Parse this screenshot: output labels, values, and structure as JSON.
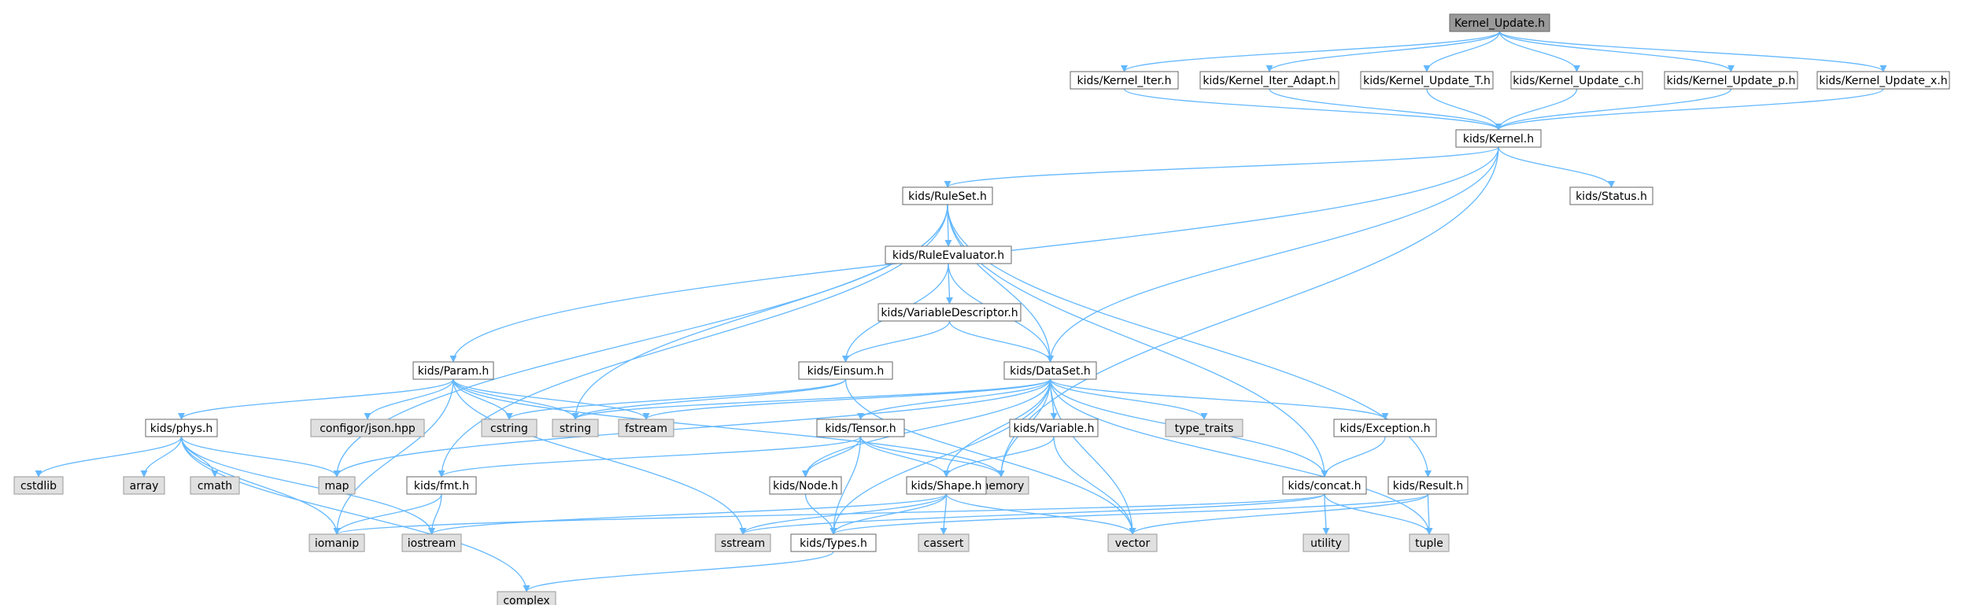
{
  "colors": {
    "edge": "#63b8ff",
    "root_fill": "#999999",
    "root_stroke": "#666666",
    "file_fill": "#ffffff",
    "file_stroke": "#666666",
    "system_fill": "#e0e0e0",
    "system_stroke": "#999999",
    "text": "#000000"
  },
  "nodes": [
    {
      "id": "kernel_update",
      "label": "Kernel_Update.h",
      "kind": "root"
    },
    {
      "id": "kernel_iter",
      "label": "kids/Kernel_Iter.h",
      "kind": "file"
    },
    {
      "id": "kernel_iter_adapt",
      "label": "kids/Kernel_Iter_Adapt.h",
      "kind": "file"
    },
    {
      "id": "kernel_update_t",
      "label": "kids/Kernel_Update_T.h",
      "kind": "file"
    },
    {
      "id": "kernel_update_c",
      "label": "kids/Kernel_Update_c.h",
      "kind": "file"
    },
    {
      "id": "kernel_update_p",
      "label": "kids/Kernel_Update_p.h",
      "kind": "file"
    },
    {
      "id": "kernel_update_x",
      "label": "kids/Kernel_Update_x.h",
      "kind": "file"
    },
    {
      "id": "kernel",
      "label": "kids/Kernel.h",
      "kind": "file"
    },
    {
      "id": "ruleset",
      "label": "kids/RuleSet.h",
      "kind": "file"
    },
    {
      "id": "status",
      "label": "kids/Status.h",
      "kind": "file"
    },
    {
      "id": "ruleevaluator",
      "label": "kids/RuleEvaluator.h",
      "kind": "file"
    },
    {
      "id": "variabledescriptor",
      "label": "kids/VariableDescriptor.h",
      "kind": "file"
    },
    {
      "id": "param",
      "label": "kids/Param.h",
      "kind": "file"
    },
    {
      "id": "einsum",
      "label": "kids/Einsum.h",
      "kind": "file"
    },
    {
      "id": "dataset",
      "label": "kids/DataSet.h",
      "kind": "file"
    },
    {
      "id": "phys",
      "label": "kids/phys.h",
      "kind": "file"
    },
    {
      "id": "configor",
      "label": "configor/json.hpp",
      "kind": "system"
    },
    {
      "id": "cstring",
      "label": "cstring",
      "kind": "system"
    },
    {
      "id": "string",
      "label": "string",
      "kind": "system"
    },
    {
      "id": "fstream",
      "label": "fstream",
      "kind": "system"
    },
    {
      "id": "tensor",
      "label": "kids/Tensor.h",
      "kind": "file"
    },
    {
      "id": "variable",
      "label": "kids/Variable.h",
      "kind": "file"
    },
    {
      "id": "type_traits",
      "label": "type_traits",
      "kind": "system"
    },
    {
      "id": "exception",
      "label": "kids/Exception.h",
      "kind": "file"
    },
    {
      "id": "cstdlib",
      "label": "cstdlib",
      "kind": "system"
    },
    {
      "id": "array",
      "label": "array",
      "kind": "system"
    },
    {
      "id": "cmath",
      "label": "cmath",
      "kind": "system"
    },
    {
      "id": "map",
      "label": "map",
      "kind": "system"
    },
    {
      "id": "fmt",
      "label": "kids/fmt.h",
      "kind": "file"
    },
    {
      "id": "node",
      "label": "kids/Node.h",
      "kind": "file"
    },
    {
      "id": "memory",
      "label": "memory",
      "kind": "system"
    },
    {
      "id": "shape",
      "label": "kids/Shape.h",
      "kind": "file"
    },
    {
      "id": "concat",
      "label": "kids/concat.h",
      "kind": "file"
    },
    {
      "id": "result",
      "label": "kids/Result.h",
      "kind": "file"
    },
    {
      "id": "iomanip",
      "label": "iomanip",
      "kind": "system"
    },
    {
      "id": "iostream",
      "label": "iostream",
      "kind": "system"
    },
    {
      "id": "sstream",
      "label": "sstream",
      "kind": "system"
    },
    {
      "id": "types",
      "label": "kids/Types.h",
      "kind": "file"
    },
    {
      "id": "cassert",
      "label": "cassert",
      "kind": "system"
    },
    {
      "id": "vector",
      "label": "vector",
      "kind": "system"
    },
    {
      "id": "utility",
      "label": "utility",
      "kind": "system"
    },
    {
      "id": "tuple",
      "label": "tuple",
      "kind": "system"
    },
    {
      "id": "complex",
      "label": "complex",
      "kind": "system"
    }
  ],
  "edges": [
    [
      "kernel_update",
      "kernel_iter"
    ],
    [
      "kernel_update",
      "kernel_iter_adapt"
    ],
    [
      "kernel_update",
      "kernel_update_t"
    ],
    [
      "kernel_update",
      "kernel_update_c"
    ],
    [
      "kernel_update",
      "kernel_update_p"
    ],
    [
      "kernel_update",
      "kernel_update_x"
    ],
    [
      "kernel_iter",
      "kernel"
    ],
    [
      "kernel_iter_adapt",
      "kernel"
    ],
    [
      "kernel_update_t",
      "kernel"
    ],
    [
      "kernel_update_c",
      "kernel"
    ],
    [
      "kernel_update_p",
      "kernel"
    ],
    [
      "kernel_update_x",
      "kernel"
    ],
    [
      "kernel",
      "ruleset"
    ],
    [
      "kernel",
      "status"
    ],
    [
      "kernel",
      "param"
    ],
    [
      "kernel",
      "dataset"
    ],
    [
      "kernel",
      "memory"
    ],
    [
      "ruleset",
      "ruleevaluator"
    ],
    [
      "ruleset",
      "dataset"
    ],
    [
      "ruleset",
      "string"
    ],
    [
      "ruleset",
      "map"
    ],
    [
      "ruleset",
      "fmt"
    ],
    [
      "ruleset",
      "concat"
    ],
    [
      "ruleset",
      "result"
    ],
    [
      "ruleevaluator",
      "variabledescriptor"
    ],
    [
      "ruleevaluator",
      "einsum"
    ],
    [
      "ruleevaluator",
      "dataset"
    ],
    [
      "variabledescriptor",
      "einsum"
    ],
    [
      "variabledescriptor",
      "dataset"
    ],
    [
      "einsum",
      "cstring"
    ],
    [
      "einsum",
      "string"
    ],
    [
      "einsum",
      "vector"
    ],
    [
      "param",
      "phys"
    ],
    [
      "param",
      "configor"
    ],
    [
      "param",
      "cstring"
    ],
    [
      "param",
      "string"
    ],
    [
      "param",
      "fstream"
    ],
    [
      "param",
      "memory"
    ],
    [
      "param",
      "sstream"
    ],
    [
      "param",
      "iomanip"
    ],
    [
      "dataset",
      "tensor"
    ],
    [
      "dataset",
      "variable"
    ],
    [
      "dataset",
      "node"
    ],
    [
      "dataset",
      "shape"
    ],
    [
      "dataset",
      "exception"
    ],
    [
      "dataset",
      "type_traits"
    ],
    [
      "dataset",
      "memory"
    ],
    [
      "dataset",
      "map"
    ],
    [
      "dataset",
      "string"
    ],
    [
      "dataset",
      "fstream"
    ],
    [
      "dataset",
      "vector"
    ],
    [
      "dataset",
      "types"
    ],
    [
      "dataset",
      "concat"
    ],
    [
      "dataset",
      "tuple"
    ],
    [
      "tensor",
      "node"
    ],
    [
      "tensor",
      "shape"
    ],
    [
      "tensor",
      "types"
    ],
    [
      "tensor",
      "fmt"
    ],
    [
      "tensor",
      "memory"
    ],
    [
      "variable",
      "shape"
    ],
    [
      "variable",
      "vector"
    ],
    [
      "exception",
      "concat"
    ],
    [
      "phys",
      "cstdlib"
    ],
    [
      "phys",
      "array"
    ],
    [
      "phys",
      "cmath"
    ],
    [
      "phys",
      "map"
    ],
    [
      "phys",
      "iomanip"
    ],
    [
      "phys",
      "iostream"
    ],
    [
      "phys",
      "complex"
    ],
    [
      "fmt",
      "iomanip"
    ],
    [
      "fmt",
      "iostream"
    ],
    [
      "node",
      "types"
    ],
    [
      "shape",
      "types"
    ],
    [
      "shape",
      "cassert"
    ],
    [
      "shape",
      "vector"
    ],
    [
      "shape",
      "sstream"
    ],
    [
      "shape",
      "iostream"
    ],
    [
      "concat",
      "sstream"
    ],
    [
      "concat",
      "utility"
    ],
    [
      "concat",
      "tuple"
    ],
    [
      "concat",
      "iomanip"
    ],
    [
      "result",
      "tuple"
    ],
    [
      "result",
      "vector"
    ],
    [
      "result",
      "types"
    ],
    [
      "types",
      "complex"
    ]
  ]
}
